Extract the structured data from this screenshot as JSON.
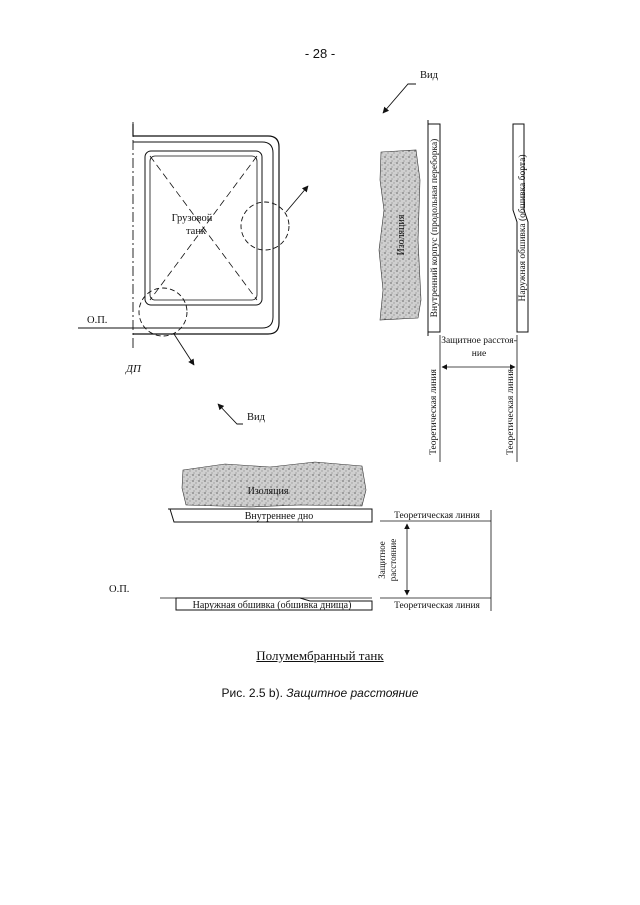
{
  "page_number": "- 28 -",
  "labels": {
    "vid_top": "Вид",
    "vid_bottom": "Вид",
    "cargo_tank_line1": "Грузовой",
    "cargo_tank_line2": "танк",
    "op_left": "О.П.",
    "op_bottom": "О.П.",
    "dp": "ДП",
    "insulation_vertical": "Изоляция",
    "inner_hull": "Внутренний корпус (продольная переборка)",
    "outer_shell": "Наружная обшивка (обшивка борта)",
    "protective_distance_line1": "Защитное расстоя-",
    "protective_distance_line2": "ние",
    "theoretical_line_left": "Теоретическая линия",
    "theoretical_line_right": "Теоретическая линия",
    "insulation_horizontal": "Изоляция",
    "inner_bottom": "Внутреннее дно",
    "theoretical_line_top": "Теоретическая линия",
    "protective_distance_vertical_line1": "Защитное",
    "protective_distance_vertical_line2": "расстояние",
    "outer_bottom": "Наружная обшивка (обшивка днища)",
    "theoretical_line_bottom": "Теоретическая линия"
  },
  "title": "Полумембранный танк",
  "caption": {
    "prefix": "Рис. 2.5 b).",
    "text": "Защитное расстояние"
  }
}
